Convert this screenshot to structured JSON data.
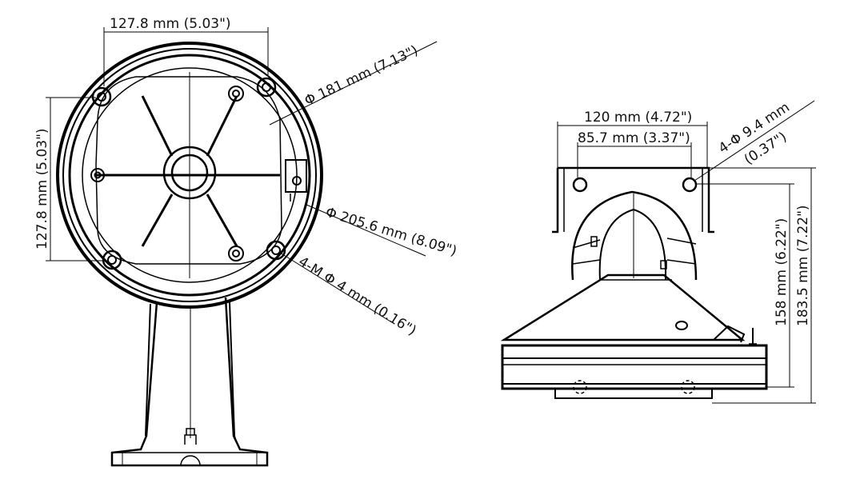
{
  "left_view": {
    "width_label": "127.8 mm  (5.03\")",
    "height_label": "127.8 mm (5.03\")",
    "dia_181_label": "Φ 181 mm (7.13\")",
    "dia_205_label": "Φ  205.6 mm (8.09\")",
    "screw_label": "4-M Φ 4 mm (0.16\")"
  },
  "right_view": {
    "width_120_label": "120 mm  (4.72\")",
    "width_85_label": "85.7 mm (3.37\")",
    "hole_label_1": "4-Φ 9.4 mm",
    "hole_label_2": "(0.37\")",
    "height_158_label": "158 mm (6.22\")",
    "height_183_label": "183.5 mm (7.22\")"
  }
}
